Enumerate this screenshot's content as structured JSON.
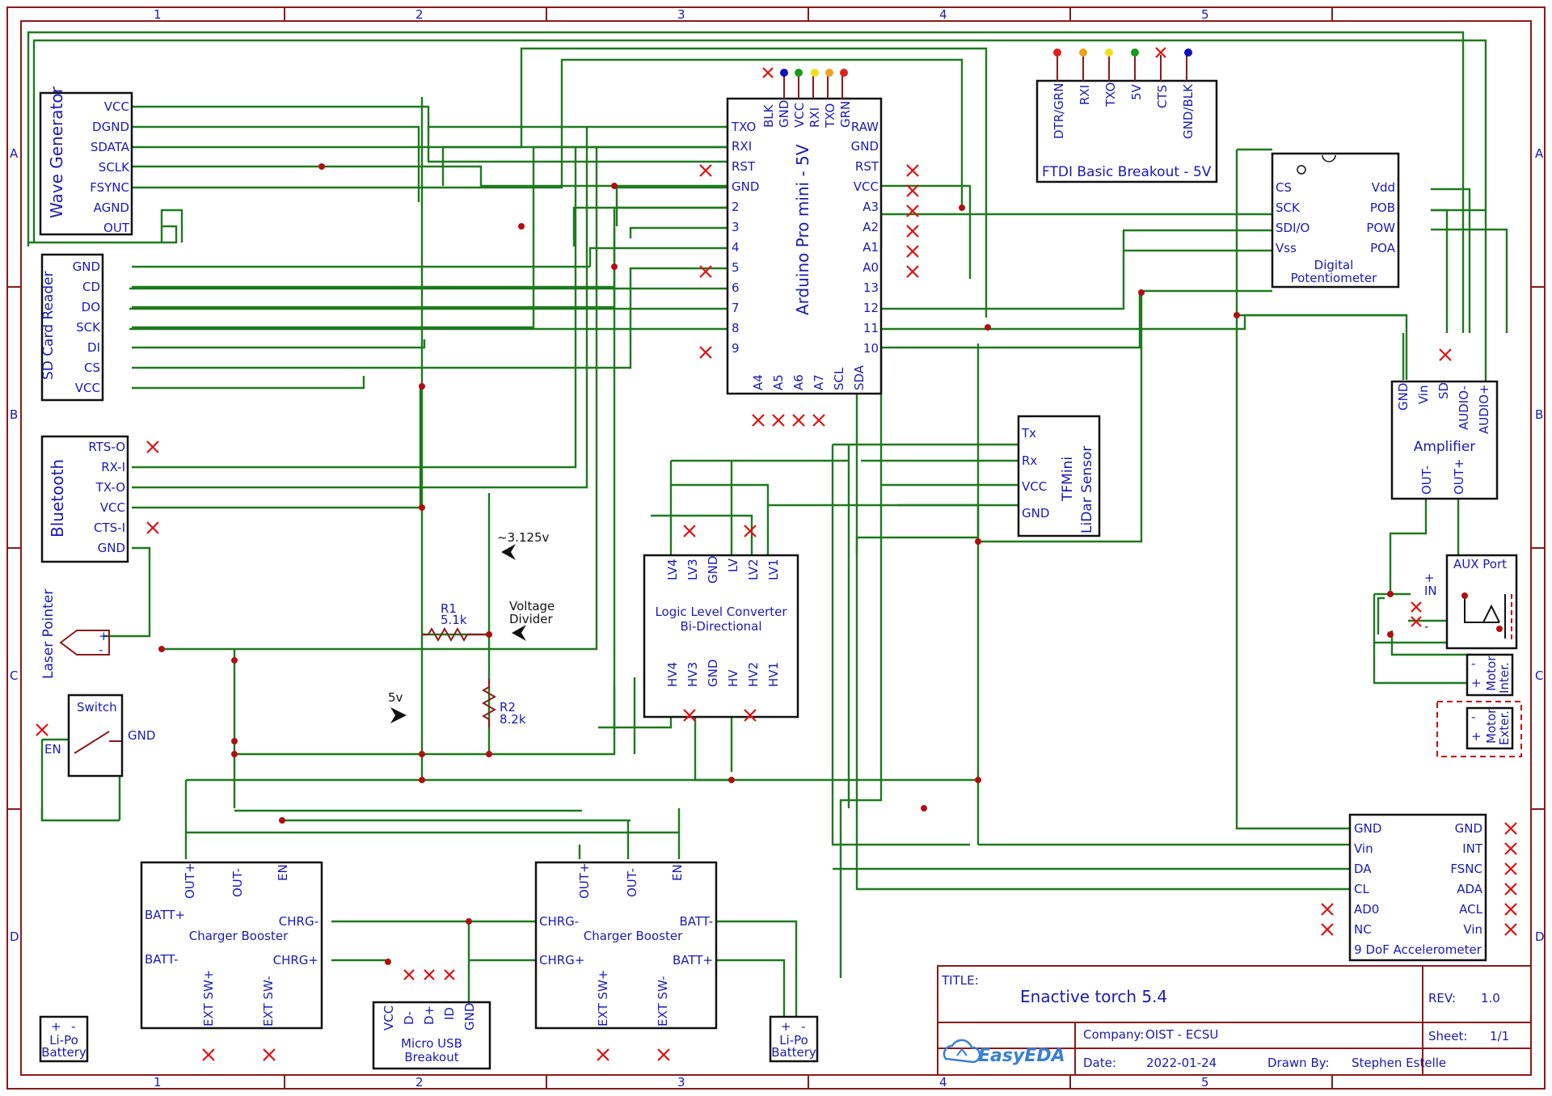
{
  "frame": {
    "columns": [
      "1",
      "2",
      "3",
      "4",
      "5"
    ],
    "rows": [
      "A",
      "B",
      "C",
      "D"
    ]
  },
  "colors": {
    "wire": "#1e7a1e",
    "frame": "#8b1a1a",
    "text": "#1a1ab0",
    "pin_no_connect": "#e01010"
  },
  "title_block": {
    "title_label": "TITLE:",
    "title": "Enactive torch 5.4",
    "rev_label": "REV:",
    "rev": "1.0",
    "company_label": "Company:",
    "company": "OIST - ECSU",
    "sheet_label": "Sheet:",
    "sheet": "1/1",
    "date_label": "Date:",
    "date": "2022-01-24",
    "drawn_label": "Drawn By:",
    "drawn_by": "Stephen Estelle",
    "logo": "EasyEDA"
  },
  "components": {
    "wave_generator": {
      "name": "Wave Generator",
      "pins": [
        "VCC",
        "DGND",
        "SDATA",
        "SCLK",
        "FSYNC",
        "AGND",
        "OUT"
      ]
    },
    "sd_card": {
      "name": "SD Card Reader",
      "pins": [
        "GND",
        "CD",
        "DO",
        "SCK",
        "DI",
        "CS",
        "VCC"
      ]
    },
    "bluetooth": {
      "name": "Bluetooth",
      "pins": [
        "RTS-O",
        "RX-I",
        "TX-O",
        "VCC",
        "CTS-I",
        "GND"
      ]
    },
    "laser": {
      "name": "Laser Pointer",
      "pins": [
        "+",
        "-"
      ]
    },
    "switch": {
      "name": "Switch",
      "pins": [
        "EN",
        "GND"
      ]
    },
    "arduino": {
      "name": "Arduino Pro mini - 5V",
      "left": [
        "TXO",
        "RXI",
        "RST",
        "GND",
        "2",
        "3",
        "4",
        "5",
        "6",
        "7",
        "8",
        "9"
      ],
      "right": [
        "RAW",
        "GND",
        "RST",
        "VCC",
        "A3",
        "A2",
        "A1",
        "A0",
        "13",
        "12",
        "11",
        "10"
      ],
      "top": [
        "BLK",
        "GND",
        "VCC",
        "RXI",
        "TXO",
        "GRN"
      ],
      "bottom": [
        "A4",
        "A5",
        "A6",
        "A7",
        "SCL",
        "SDA"
      ]
    },
    "ftdi": {
      "name": "FTDI Basic Breakout - 5V",
      "pins": [
        "DTR/GRN",
        "RXI",
        "TXO",
        "5V",
        "CTS",
        "GND/BLK"
      ]
    },
    "pot": {
      "name_line1": "Digital",
      "name_line2": "Potentiometer",
      "left": [
        "CS",
        "SCK",
        "SDI/O",
        "Vss"
      ],
      "right": [
        "Vdd",
        "POB",
        "POW",
        "POA"
      ]
    },
    "amplifier": {
      "name": "Amplifier",
      "top": [
        "GND",
        "Vin",
        "SD",
        "AUDIO-",
        "AUDIO+"
      ],
      "bottom": [
        "OUT-",
        "OUT+"
      ]
    },
    "lidar": {
      "name_line1": "TFMini",
      "name_line2": "LiDar Sensor",
      "pins": [
        "Tx",
        "Rx",
        "VCC",
        "GND"
      ]
    },
    "llc": {
      "name_line1": "Logic Level Converter",
      "name_line2": "Bi-Directional",
      "top": [
        "LV4",
        "LV3",
        "GND",
        "LV",
        "LV2",
        "LV1"
      ],
      "bottom": [
        "HV4",
        "HV3",
        "GND",
        "HV",
        "HV2",
        "HV1"
      ]
    },
    "aux": {
      "name": "AUX Port",
      "pins": [
        "+",
        "IN",
        "-"
      ]
    },
    "motor_inter": {
      "name_line1": "Motor",
      "name_line2": "Inter.",
      "pins": [
        "-",
        "+"
      ]
    },
    "motor_exter": {
      "name_line1": "Motor",
      "name_line2": "Exter.",
      "pins": [
        "-",
        "+"
      ]
    },
    "accelerometer": {
      "name": "9 DoF Accelerometer",
      "left": [
        "GND",
        "Vin",
        "DA",
        "CL",
        "AD0",
        "NC"
      ],
      "right": [
        "GND",
        "INT",
        "FSNC",
        "ADA",
        "ACL",
        "Vin"
      ]
    },
    "charger1": {
      "name": "Charger Booster",
      "top": [
        "OUT+",
        "OUT-",
        "EN"
      ],
      "left": [
        "BATT+",
        "BATT-"
      ],
      "right": [
        "CHRG-",
        "CHRG+"
      ],
      "bottom": [
        "EXT SW+",
        "EXT SW-"
      ]
    },
    "charger2": {
      "name": "Charger Booster",
      "top": [
        "OUT+",
        "OUT-",
        "EN"
      ],
      "left": [
        "CHRG-",
        "CHRG+"
      ],
      "right": [
        "BATT-",
        "BATT+"
      ],
      "bottom": [
        "EXT SW+",
        "EXT SW-"
      ]
    },
    "usb": {
      "name_line1": "Micro USB",
      "name_line2": "Breakout",
      "pins": [
        "VCC",
        "D-",
        "D+",
        "ID",
        "GND"
      ]
    },
    "battery1": {
      "name_line1": "Li-Po",
      "name_line2": "Battery",
      "pins": [
        "+",
        "-"
      ]
    },
    "battery2": {
      "name_line1": "Li-Po",
      "name_line2": "Battery",
      "pins": [
        "+",
        "-"
      ]
    },
    "r1": {
      "name": "R1",
      "value": "5.1k"
    },
    "r2": {
      "name": "R2",
      "value": "8.2k"
    }
  },
  "annotations": {
    "v3125": "~3.125v",
    "divider_line1": "Voltage",
    "divider_line2": "Divider",
    "v5": "5v"
  }
}
